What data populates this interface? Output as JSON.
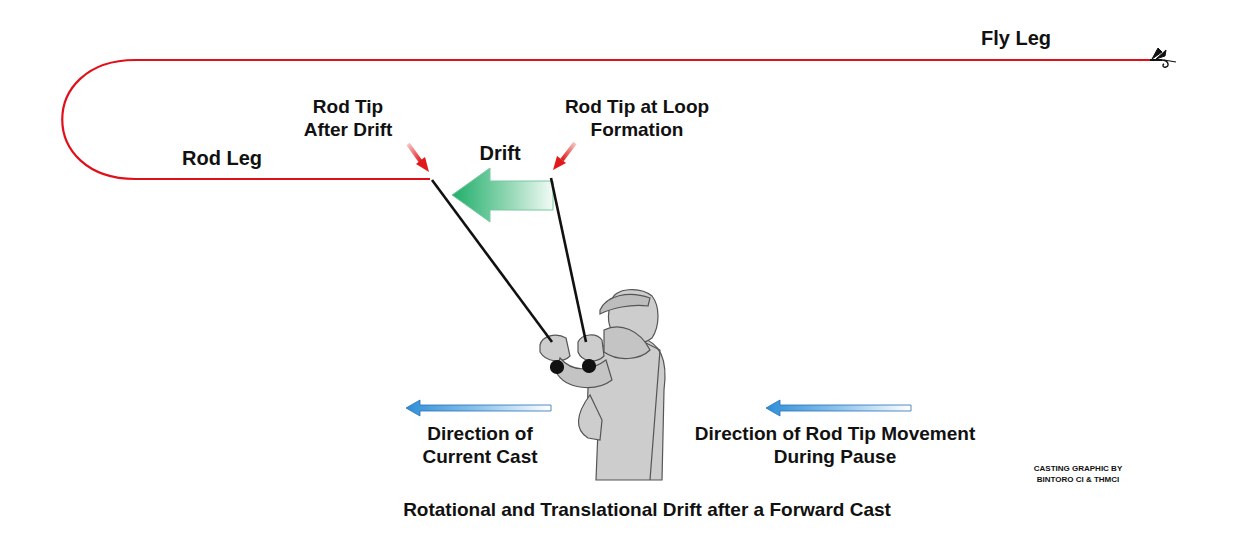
{
  "diagram": {
    "caption": "Rotational and Translational Drift after a Forward Cast",
    "labels": [
      "Fly Leg",
      "Rod Tip After Drift",
      "Rod Tip at Loop Formation",
      "Drift",
      "Rod Leg",
      "Direction of Current Cast",
      "Direction of Rod Tip Movement During Pause",
      "CASTING GRAPHIC BY BINTORO CI & THMCI"
    ]
  }
}
